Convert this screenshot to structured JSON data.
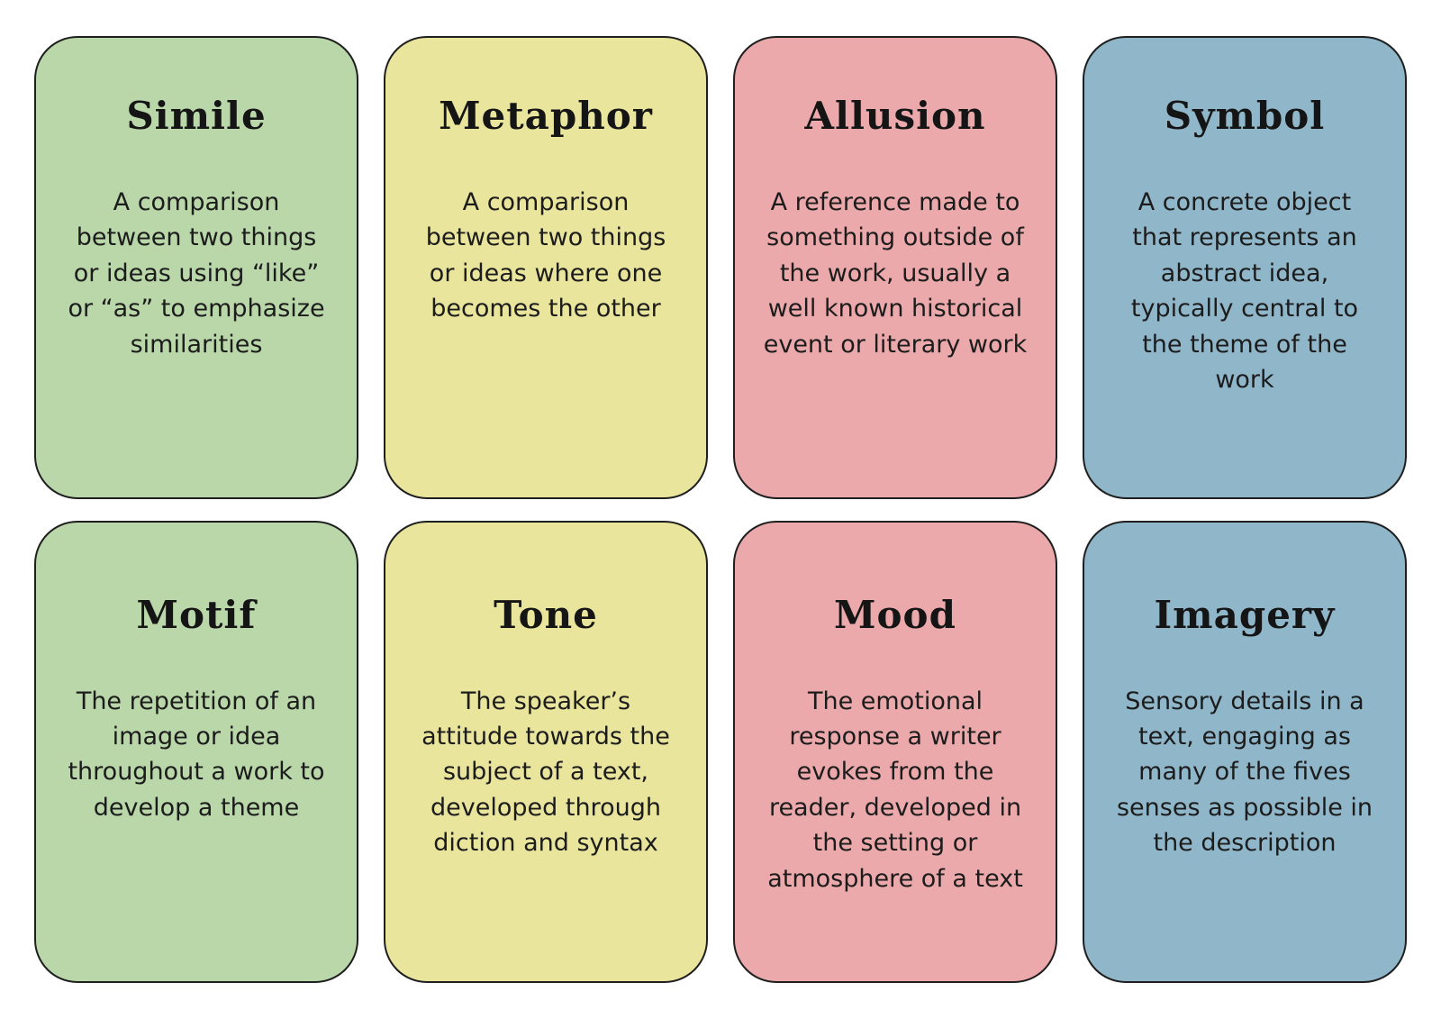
{
  "page": {
    "background_color": "#ffffff",
    "border_color": "#1f1f1f",
    "text_color": "#1c1c1c"
  },
  "palette": {
    "green": "#b9d7a9",
    "yellow": "#e9e59d",
    "pink": "#eba9ab",
    "blue": "#8fb6c9"
  },
  "cards": [
    {
      "title": "Simile",
      "description": "A comparison between two things or ideas using “like” or “as” to emphasize similarities",
      "color": "#b9d7a9"
    },
    {
      "title": "Metaphor",
      "description": "A comparison between two things or ideas where one becomes the other",
      "color": "#e9e59d"
    },
    {
      "title": "Allusion",
      "description": "A reference made to something outside of the work, usually a well known historical event or literary work",
      "color": "#eba9ab"
    },
    {
      "title": "Symbol",
      "description": "A concrete object that represents an abstract idea, typically central to the theme of the work",
      "color": "#8fb6c9"
    },
    {
      "title": "Motif",
      "description": "The repetition of an image or idea throughout a work to develop a theme",
      "color": "#b9d7a9"
    },
    {
      "title": "Tone",
      "description": "The speaker’s attitude towards the subject of a text, developed through diction and syntax",
      "color": "#e9e59d"
    },
    {
      "title": "Mood",
      "description": "The emotional response a writer evokes from the reader, developed in the setting or atmosphere of a text",
      "color": "#eba9ab"
    },
    {
      "title": "Imagery",
      "description": "Sensory details in a text, engaging as many of the fives senses as possible in the description",
      "color": "#8fb6c9"
    }
  ]
}
